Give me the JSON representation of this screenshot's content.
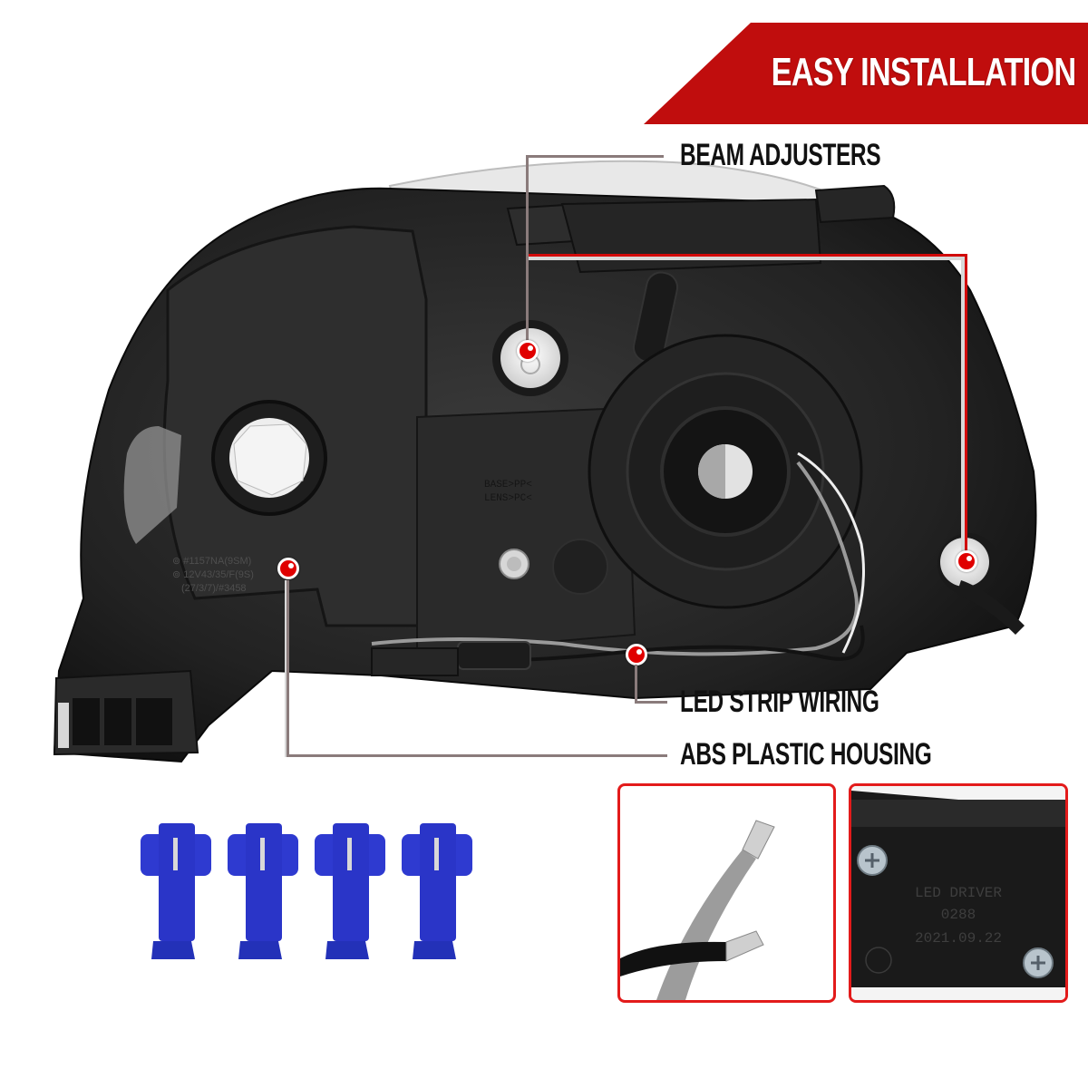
{
  "banner": {
    "title": "EASY INSTALLATION",
    "color": "#c00d0d"
  },
  "callouts": [
    {
      "id": "beam-adjusters",
      "label": "BEAM ADJUSTERS"
    },
    {
      "id": "led-strip-wiring",
      "label": "LED STRIP WIRING"
    },
    {
      "id": "abs-plastic-housing",
      "label": "ABS PLASTIC HOUSING"
    }
  ],
  "product": {
    "housing_markings": [
      "#1157NA(9SM)",
      "12V43/35/F(9S)",
      "(27/3/7)/#3458"
    ],
    "material_markings": [
      "BASE>PP<",
      "LENS>PC<"
    ]
  },
  "insets": [
    {
      "id": "wire-detail",
      "subject": "stripped grey and black wires"
    },
    {
      "id": "module-detail",
      "markings": [
        "LED DRIVER",
        "0288",
        "2021.09.22"
      ]
    }
  ],
  "accessories": {
    "connector_count": 4,
    "connector_color": "#2a35c8"
  },
  "colors": {
    "accent_red": "#e00000",
    "leader_grey": "#8a7b7b",
    "housing_black": "#1c1c1c"
  }
}
